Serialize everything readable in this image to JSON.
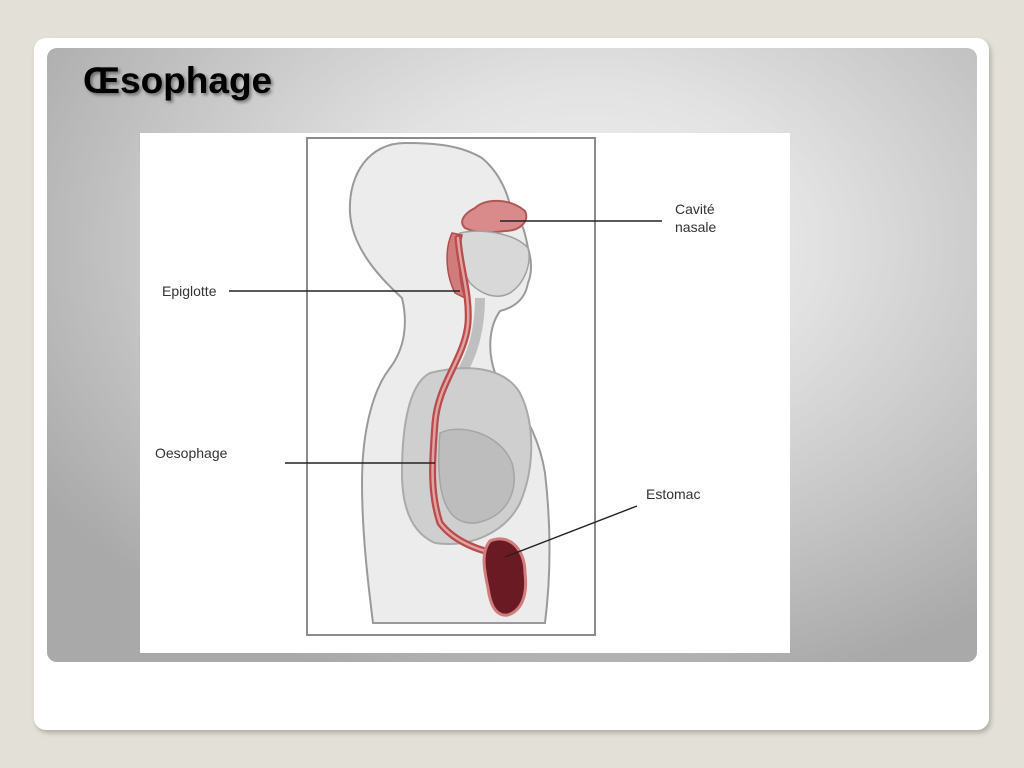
{
  "slide": {
    "title": "Œsophage"
  },
  "diagram": {
    "subject": "digestive-tract-sagittal-section",
    "labels": {
      "cavite_line1": "Cavité",
      "cavite_line2": "nasale",
      "epiglotte": "Epiglotte",
      "oesophage": "Oesophage",
      "estomac": "Estomac"
    },
    "colors": {
      "tract_red": "#c0504d",
      "stomach_dark": "#6a1a22",
      "body_fill": "#ececec",
      "outline": "#8a8a8a",
      "leader_line": "#222222"
    }
  },
  "colors": {
    "background": "#e3e0d7",
    "frame": "#ffffff",
    "panel_center": "#f3f3f3",
    "panel_edge": "#a9a9a9"
  }
}
